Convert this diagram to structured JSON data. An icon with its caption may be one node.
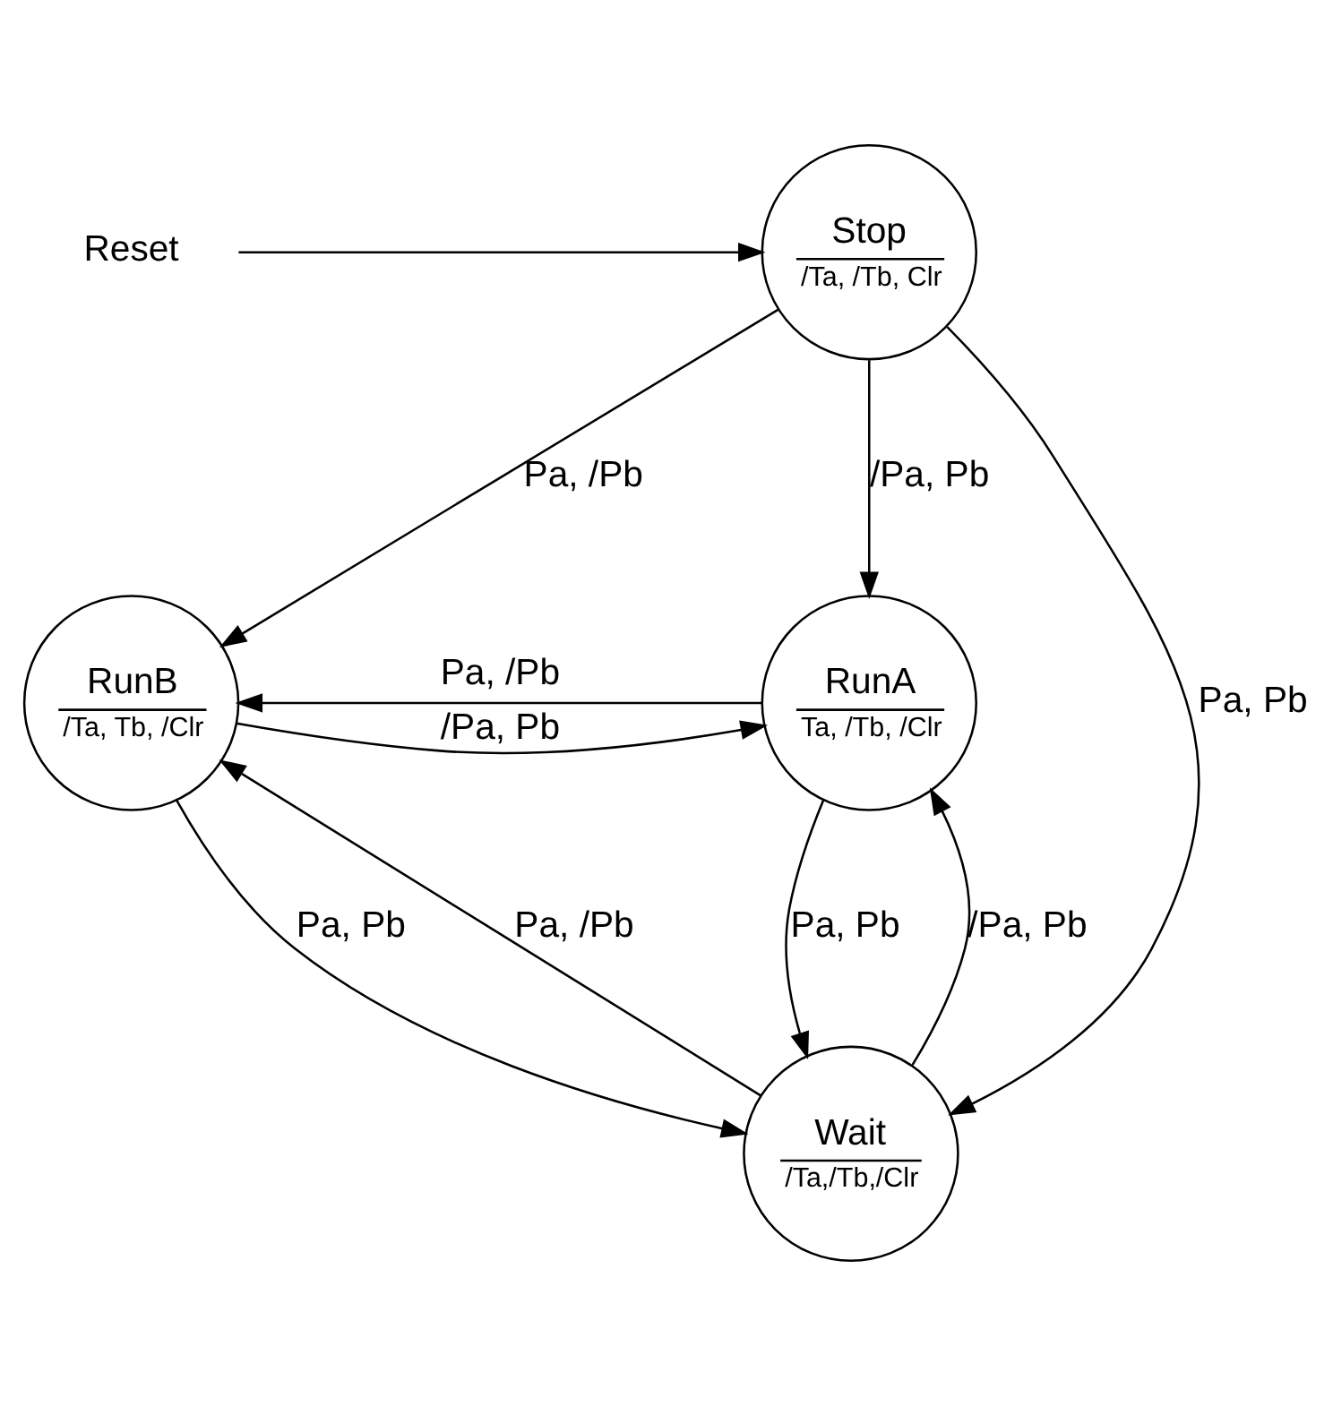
{
  "diagram": {
    "nodes": [
      {
        "text": [
          "Reset"
        ]
      },
      {
        "text": [
          "Stop",
          "/Ta, /Tb, Clr"
        ]
      },
      {
        "text": [
          "RunB",
          "/Ta, Tb, /Clr"
        ]
      },
      {
        "text": [
          "RunA",
          "Ta, /Tb, /Clr"
        ]
      },
      {
        "text": [
          "Wait",
          "/Ta,/Tb,/Clr"
        ]
      }
    ],
    "edges": [
      {
        "from": 0,
        "to": 1,
        "arrow": "to"
      },
      {
        "from": 1,
        "to": 2,
        "arrow": "to",
        "label": "Pa, /Pb"
      },
      {
        "from": 1,
        "to": 3,
        "arrow": "to",
        "label": "/Pa, Pb"
      },
      {
        "from": 1,
        "to": 4,
        "arrow": "to",
        "label": "Pa, Pb"
      },
      {
        "from": 3,
        "to": 2,
        "arrow": "to",
        "label": "Pa, /Pb"
      },
      {
        "from": 2,
        "to": 3,
        "arrow": "to",
        "label": "/Pa, Pb"
      },
      {
        "from": 4,
        "to": 2,
        "arrow": "to",
        "label": "Pa, /Pb"
      },
      {
        "from": 4,
        "to": 3,
        "arrow": "to",
        "label": "/Pa, Pb"
      },
      {
        "from": 2,
        "to": 4,
        "arrow": "to",
        "label": "Pa, Pb"
      },
      {
        "from": 3,
        "to": 4,
        "arrow": "to",
        "label": "Pa, Pb"
      }
    ]
  }
}
